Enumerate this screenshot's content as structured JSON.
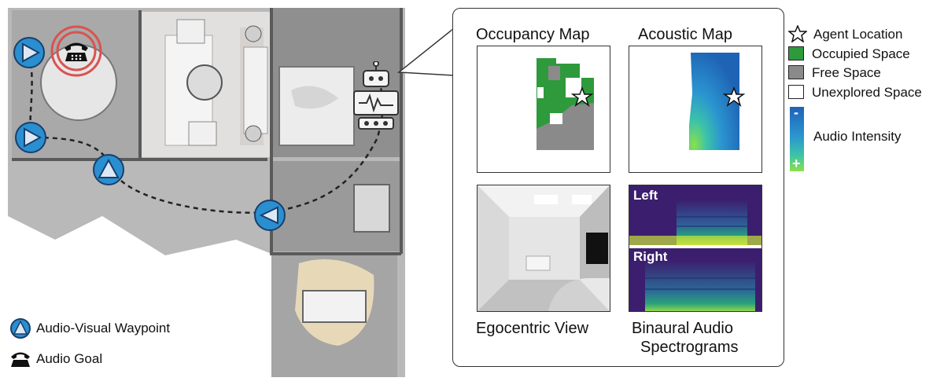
{
  "left_legend": {
    "waypoint": "Audio-Visual Waypoint",
    "goal": "Audio Goal"
  },
  "panels": {
    "occupancy_map": "Occupancy Map",
    "acoustic_map": "Acoustic Map",
    "egocentric_view": "Egocentric View",
    "binaural_line1": "Binaural Audio",
    "binaural_line2": "Spectrograms",
    "spec_left": "Left",
    "spec_right": "Right"
  },
  "right_legend": {
    "agent_location": "Agent Location",
    "occupied_space": "Occupied Space",
    "free_space": "Free Space",
    "unexplored_space": "Unexplored Space",
    "audio_intensity": "Audio Intensity",
    "minus": "-",
    "plus": "+"
  },
  "colors": {
    "occupied": "#2e9a3c",
    "free": "#8a8a8a",
    "waypoint": "#2a8fd0",
    "goal_ring": "#d9534f",
    "intensity_low": "#1f63b5",
    "intensity_high": "#8be04a"
  }
}
